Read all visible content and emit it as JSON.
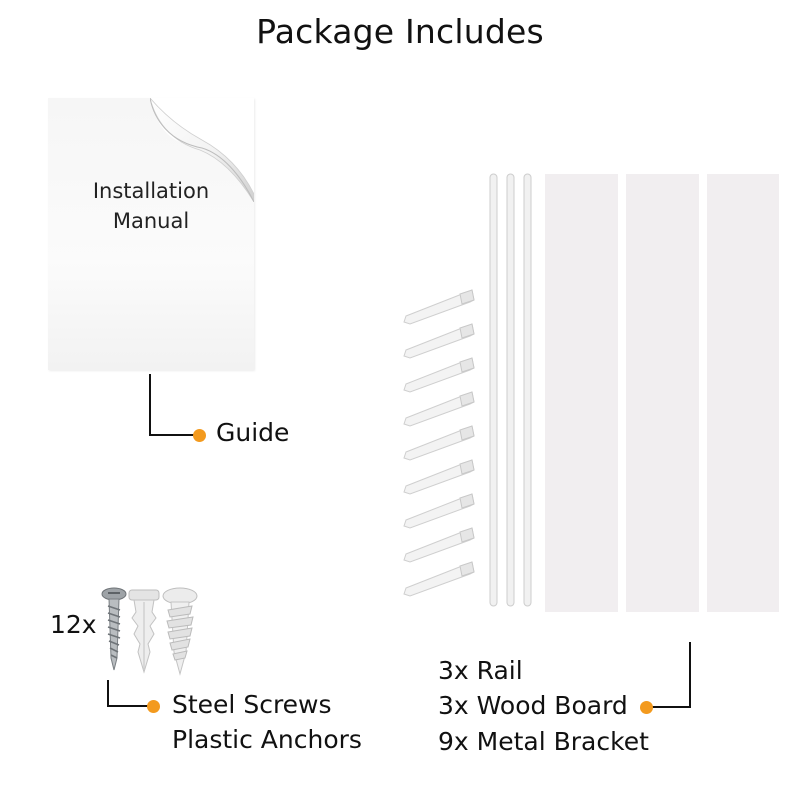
{
  "title": "Package Includes",
  "manual": {
    "line1": "Installation",
    "line2": "Manual"
  },
  "labels": {
    "guide": "Guide",
    "count": "12x",
    "screws": "Steel Screws",
    "anchors": "Plastic Anchors",
    "rail": "3x Rail",
    "board": "3x Wood Board",
    "bracket": "9x Metal Bracket"
  },
  "colors": {
    "accent_dot": "#f39a1e",
    "board_fill": "#f1eef0",
    "line": "#111111"
  },
  "icons": [
    "page-curl-icon",
    "screw-icon",
    "plastic-anchor-icon",
    "drywall-anchor-icon",
    "metal-bracket-icon",
    "rail-icon",
    "wood-board-icon"
  ]
}
